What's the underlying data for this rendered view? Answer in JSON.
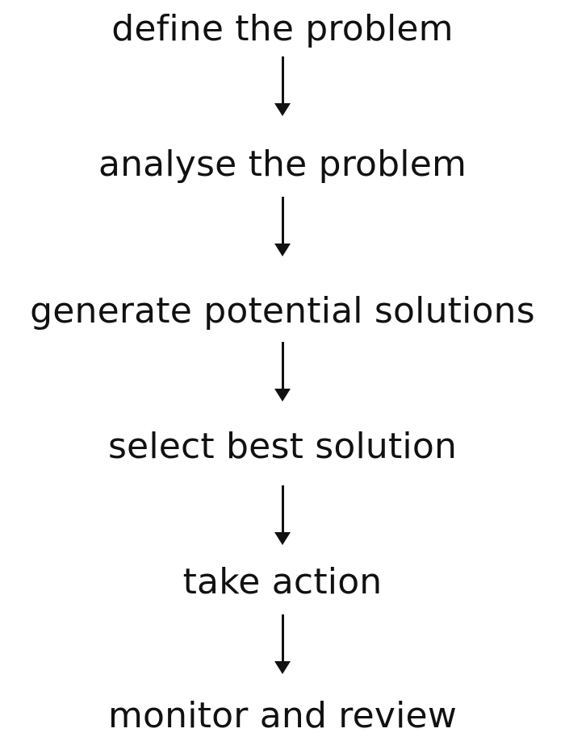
{
  "diagram": {
    "type": "vertical-flowchart",
    "line_color": "#111111",
    "steps": [
      {
        "label": "define the problem"
      },
      {
        "label": "analyse the problem"
      },
      {
        "label": "generate potential solutions"
      },
      {
        "label": "select best solution"
      },
      {
        "label": "take action"
      },
      {
        "label": "monitor and review"
      }
    ],
    "connectors": [
      {
        "from": 0,
        "to": 1,
        "arrow": "down"
      },
      {
        "from": 1,
        "to": 2,
        "arrow": "down"
      },
      {
        "from": 2,
        "to": 3,
        "arrow": "down"
      },
      {
        "from": 3,
        "to": 4,
        "arrow": "down"
      },
      {
        "from": 4,
        "to": 5,
        "arrow": "down"
      }
    ]
  }
}
